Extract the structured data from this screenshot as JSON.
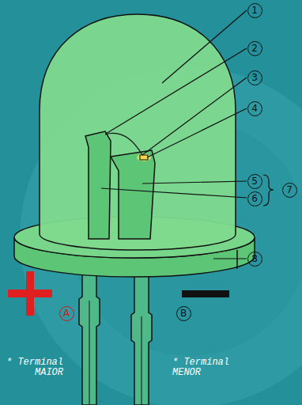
{
  "diagram": {
    "nodes": [
      {
        "text": [
          "1"
        ]
      },
      {
        "text": [
          "2"
        ]
      },
      {
        "text": [
          "3"
        ]
      },
      {
        "text": [
          "4"
        ]
      },
      {
        "text": [
          "5"
        ]
      },
      {
        "text": [
          "6"
        ]
      },
      {
        "text": [
          "7"
        ]
      },
      {
        "text": [
          "8"
        ]
      },
      {
        "text": [
          "A"
        ]
      },
      {
        "text": [
          "B"
        ]
      }
    ],
    "labels": [
      "* Terminal MAIOR",
      "* Terminal MENOR"
    ]
  }
}
